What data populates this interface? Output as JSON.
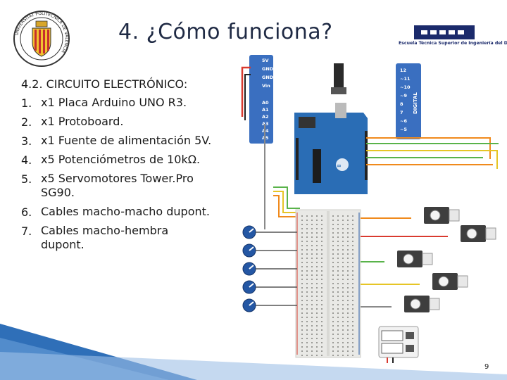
{
  "slide": {
    "title": "4. ¿Cómo funciona?",
    "seal_text": "UNIVERSITAT POLITÈCNICA DE VALÈNCIA",
    "school_name": "Escuela Técnica Superior de Ingeniería del Diseño",
    "page_number": "9"
  },
  "content": {
    "heading": "4.2. CIRCUITO ELECTRÓNICO:",
    "items": [
      {
        "num": "1.",
        "text": "x1 Placa Arduino UNO R3."
      },
      {
        "num": "2.",
        "text": "x1 Protoboard."
      },
      {
        "num": "3.",
        "text": "x1 Fuente de alimentación 5V."
      },
      {
        "num": "4.",
        "text": "x5 Potenciómetros de 10kΩ."
      },
      {
        "num": "5.",
        "text": "x5 Servomotores Tower.Pro SG90."
      },
      {
        "num": "6.",
        "text": "Cables macho-macho dupont."
      },
      {
        "num": "7.",
        "text": "Cables macho-hembra dupont."
      }
    ]
  },
  "diagram": {
    "power_pins": [
      "5V",
      "GND",
      "GND",
      "Vin"
    ],
    "analog_pins": [
      "A0",
      "A1",
      "A2",
      "A3",
      "A4",
      "A5"
    ],
    "digital_pins": [
      "12",
      "~11",
      "~10",
      "~9",
      "8",
      "7",
      "~6",
      "~5"
    ],
    "digital_label": "DIGITAL",
    "colors": {
      "arduino_blue": "#2a6db5",
      "pin_header_blue": "#3a6fc0",
      "breadboard": "#e9e9e6",
      "wire_red": "#d93a2f",
      "wire_orange": "#f08a1c",
      "wire_green": "#59b34a",
      "wire_yellow": "#e6c526",
      "wire_gray": "#8a8a8a",
      "servo_body": "#3e3e3e",
      "pot_blue": "#2457a4",
      "wave_blue": "#2f6fb8"
    }
  }
}
